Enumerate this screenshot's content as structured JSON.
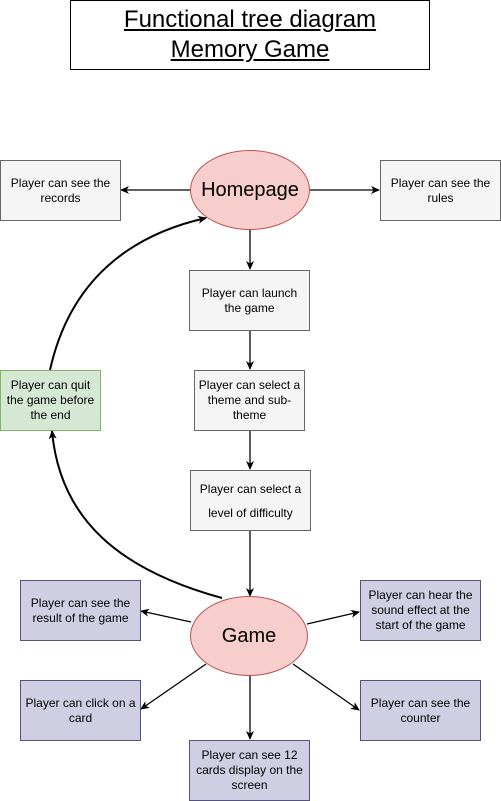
{
  "title": {
    "line1": "Functional tree diagram",
    "line2": "Memory Game"
  },
  "nodes": {
    "homepage": "Homepage",
    "records": "Player can see the records",
    "rules": "Player can see the rules",
    "launch": "Player can launch the game",
    "theme": "Player can select a theme and sub-theme",
    "difficulty": "Player can select a level of difficulty",
    "quit": "Player can quit the game before the end",
    "game": "Game",
    "result": "Player can see the result of the game",
    "sound": "Player can hear the sound effect at the start of the game",
    "click_card": "Player can click on a card",
    "counter": "Player can see the counter",
    "cards_display": "Player can see 12 cards display on the screen"
  },
  "colors": {
    "line": "#000000",
    "ellipse_fill": "#f8cecc",
    "quit_fill": "#d5e8d4",
    "game_leaf_fill": "#d0cee2",
    "flow_fill": "#f5f5f5"
  }
}
